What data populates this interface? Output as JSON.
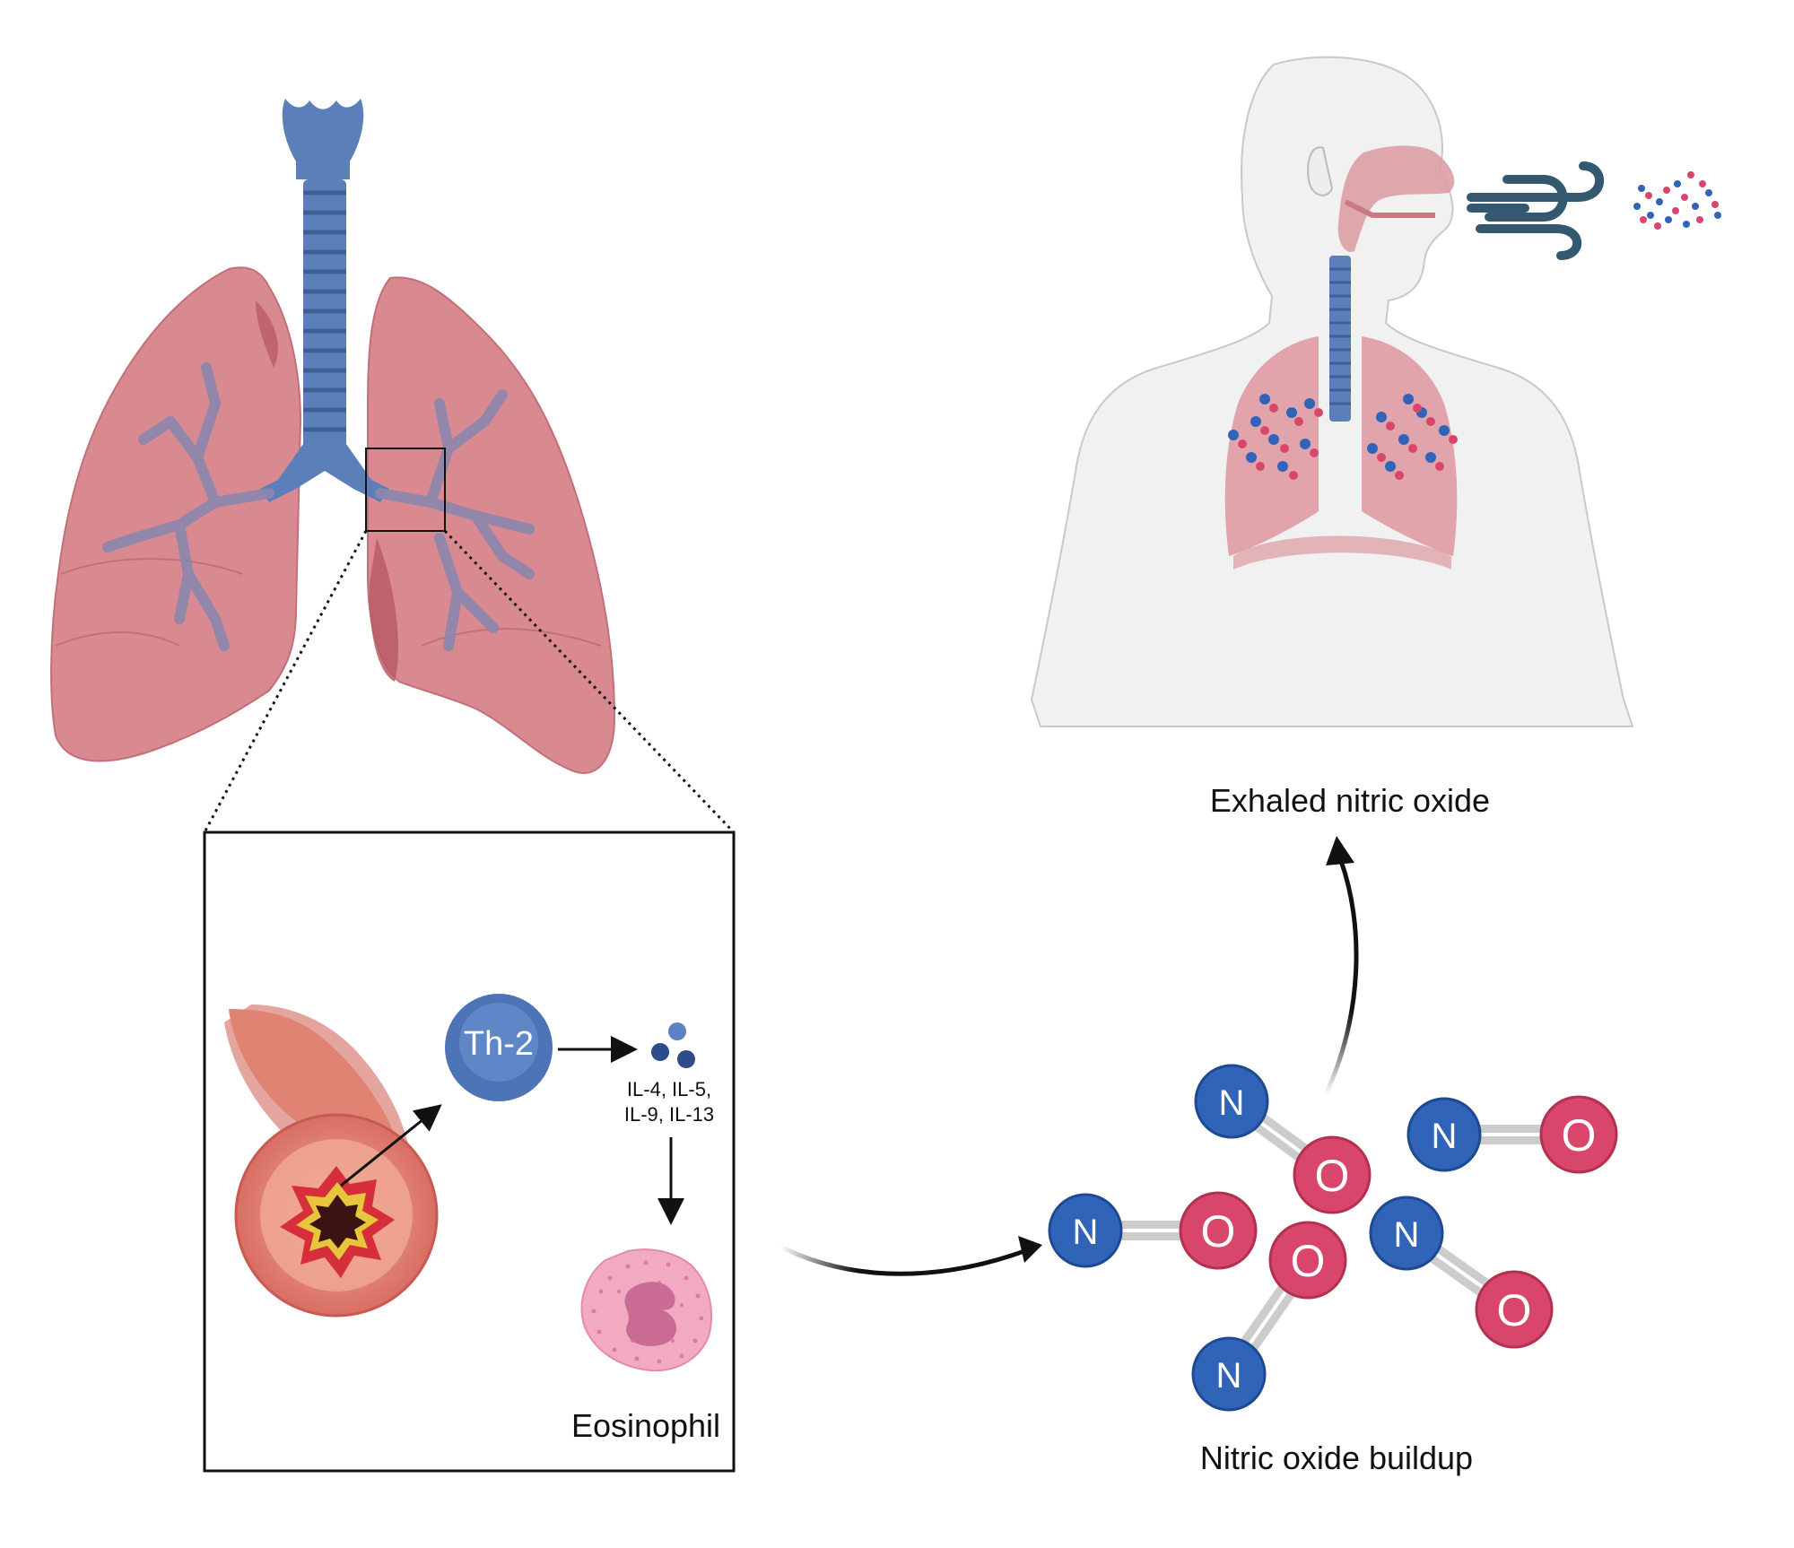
{
  "labels": {
    "th2": "Th-2",
    "cytokines_line1": "IL-4, IL-5,",
    "cytokines_line2": "IL-9, IL-13",
    "eosinophil": "Eosinophil",
    "exhaled": "Exhaled nitric oxide",
    "buildup": "Nitric oxide buildup"
  },
  "molecules": [
    {
      "n": "N",
      "o": "O"
    },
    {
      "n": "N",
      "o": "O"
    },
    {
      "n": "N",
      "o": "O"
    },
    {
      "n": "N",
      "o": "O"
    },
    {
      "n": "N",
      "o": "O"
    }
  ],
  "colors": {
    "lung": "#d98a91",
    "lung_dark": "#b95a66",
    "trachea": "#5b7fb8",
    "bronchi": "#8b87ad",
    "body": "#f1f1f1",
    "nitrogen": "#2f64b8",
    "oxygen": "#d9466b",
    "th2_cell": "#4e74b8",
    "eosinophil": "#f2a9c2"
  },
  "icons": [
    "lungs-illustration",
    "airway-cross-section",
    "th2-cell",
    "cytokine-particles",
    "eosinophil-cell",
    "human-torso",
    "exhale-wind-icon",
    "no-molecule"
  ]
}
